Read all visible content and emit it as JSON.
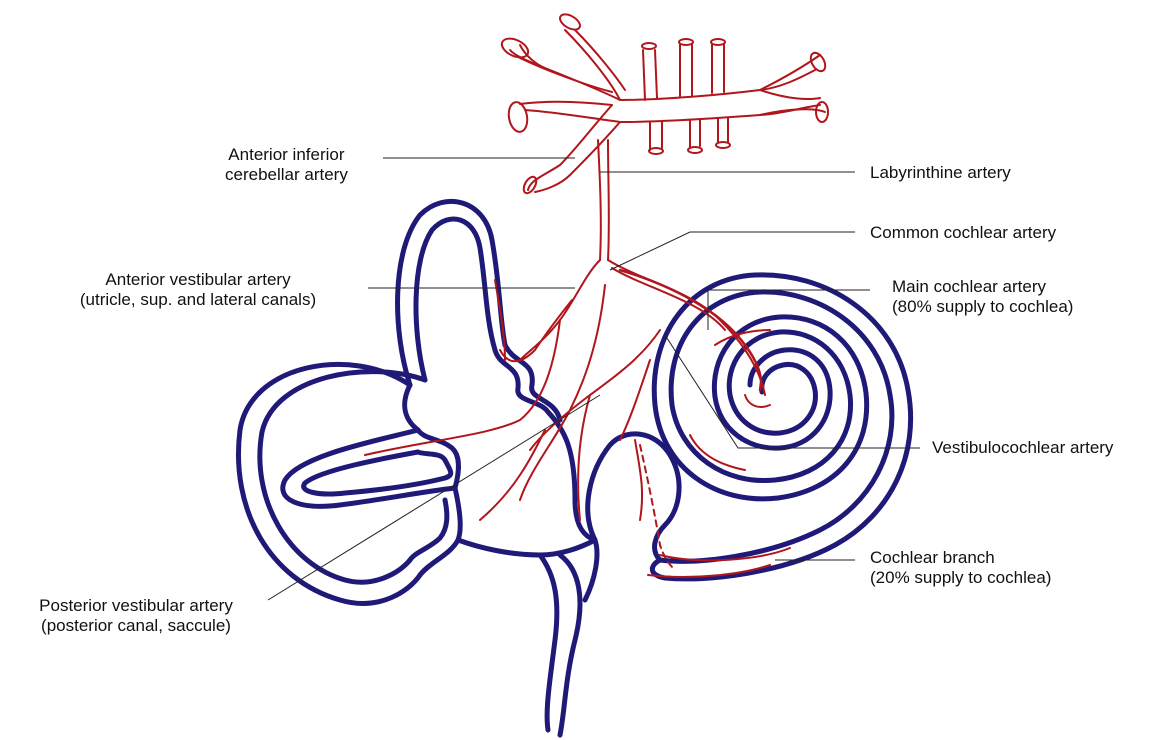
{
  "colors": {
    "labyrinth": "#1f1a78",
    "artery": "#b0161c",
    "leader": "#222222"
  },
  "labels": {
    "aica": {
      "line1": "Anterior inferior",
      "line2": "cerebellar artery"
    },
    "labyrinthine": {
      "line1": "Labyrinthine artery"
    },
    "common_cochlear": {
      "line1": "Common cochlear artery"
    },
    "anterior_vestibular": {
      "line1": "Anterior vestibular artery",
      "line2": "(utricle, sup. and lateral canals)"
    },
    "main_cochlear": {
      "line1": "Main cochlear artery",
      "line2": "(80% supply to cochlea)"
    },
    "vestibulocochlear": {
      "line1": "Vestibulocochlear artery"
    },
    "cochlear_branch": {
      "line1": "Cochlear branch",
      "line2": "(20% supply to cochlea)"
    },
    "posterior_vestibular": {
      "line1": "Posterior vestibular artery",
      "line2": "(posterior canal, saccule)"
    }
  }
}
